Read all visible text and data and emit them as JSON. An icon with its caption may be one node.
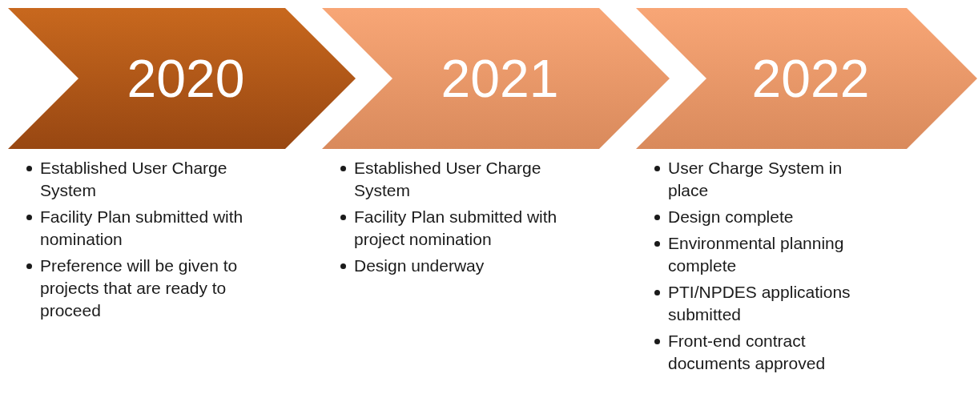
{
  "diagram": {
    "nodes": [
      {
        "text": [
          "2020"
        ],
        "beside": [
          "Established User Charge System",
          "Facility Plan submitted with nomination",
          "Preference will be given to projects that are ready to proceed"
        ]
      },
      {
        "text": [
          "2021"
        ],
        "beside": [
          "Established User Charge System",
          "Facility Plan submitted with project nomination",
          "Design underway"
        ]
      },
      {
        "text": [
          "2022"
        ],
        "beside": [
          "User Charge System in place",
          "Design complete",
          "Environmental planning complete",
          "PTI/NPDES applications submitted",
          "Front-end contract documents approved"
        ]
      }
    ]
  }
}
